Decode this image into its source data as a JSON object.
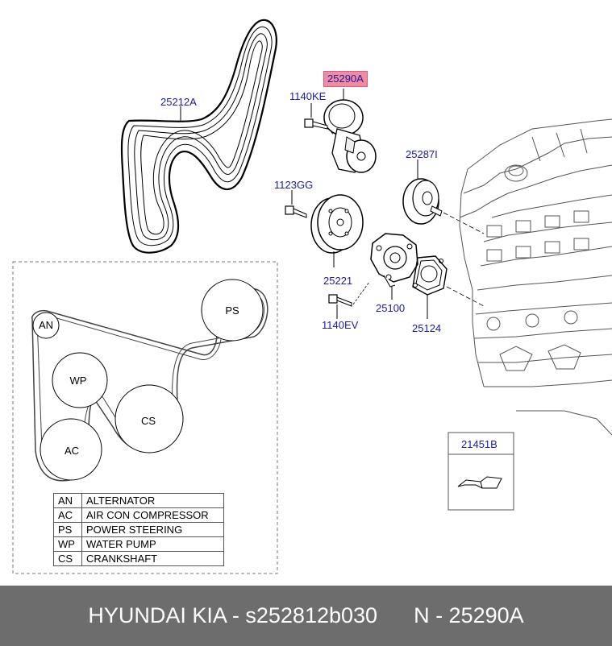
{
  "parts": {
    "belt": "25212A",
    "tensioner": "25290A",
    "tensioner_bolt": "1140KE",
    "idler": "25287I",
    "pulley_bolt": "1123GG",
    "pump_pulley": "25221",
    "water_pump": "25100",
    "pump_bolt": "1140EV",
    "gasket": "25124",
    "sealant": "21451B"
  },
  "schematic": {
    "pulleys": {
      "an": "AN",
      "ps": "PS",
      "wp": "WP",
      "cs": "CS",
      "ac": "AC"
    }
  },
  "legend": [
    {
      "code": "AN",
      "name": "ALTERNATOR"
    },
    {
      "code": "AC",
      "name": "AIR CON COMPRESSOR"
    },
    {
      "code": "PS",
      "name": "POWER STEERING"
    },
    {
      "code": "WP",
      "name": "WATER PUMP"
    },
    {
      "code": "CS",
      "name": "CRANKSHAFT"
    }
  ],
  "footer": {
    "brand": "HYUNDAI KIA - s252812b030",
    "part": "N - 25290A"
  },
  "colors": {
    "label_text": "#1a1aa6",
    "highlight": "#f08ba0",
    "footer_bg": "#6d6d6d"
  }
}
